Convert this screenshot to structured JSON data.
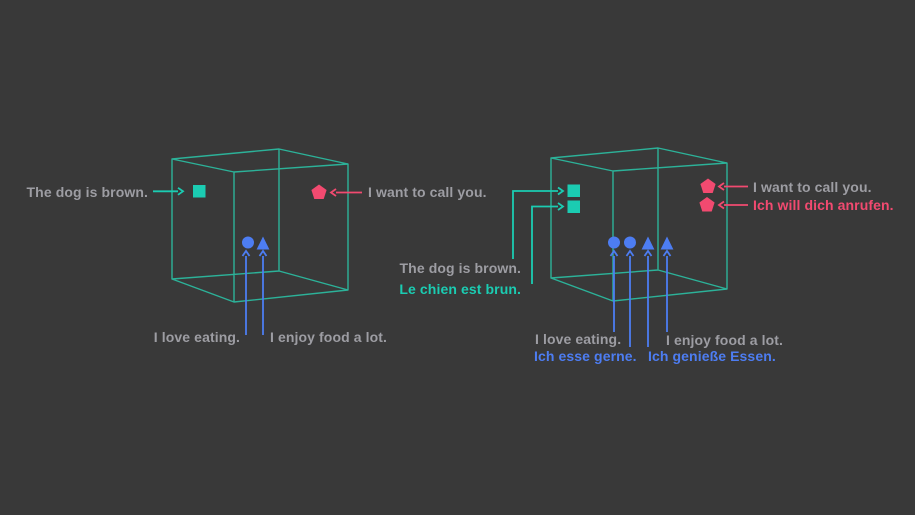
{
  "colors": {
    "background": "#393939",
    "wireframe": "#2cb299",
    "teal": "#1bccb2",
    "pink": "#f24a70",
    "blue": "#4d7df2",
    "gray": "#9d9da3"
  },
  "figure": {
    "left_space": {
      "labels": {
        "dog_en": "The dog is brown.",
        "call_en": "I want to call you.",
        "eat_en": "I love eating.",
        "enjoy_en": "I enjoy food a lot."
      }
    },
    "right_space": {
      "labels": {
        "dog_en": "The dog is brown.",
        "dog_fr": "Le chien est brun.",
        "call_en": "I want to call you.",
        "call_de": "Ich will dich anrufen.",
        "eat_en": "I love eating.",
        "eat_de": "Ich esse gerne.",
        "enjoy_en": "I enjoy food a lot.",
        "enjoy_de": "Ich genieße Essen."
      }
    },
    "markers": {
      "square": "teal-square",
      "pentagon": "pink-pentagon",
      "circle": "blue-circle",
      "triangle": "blue-triangle"
    }
  }
}
